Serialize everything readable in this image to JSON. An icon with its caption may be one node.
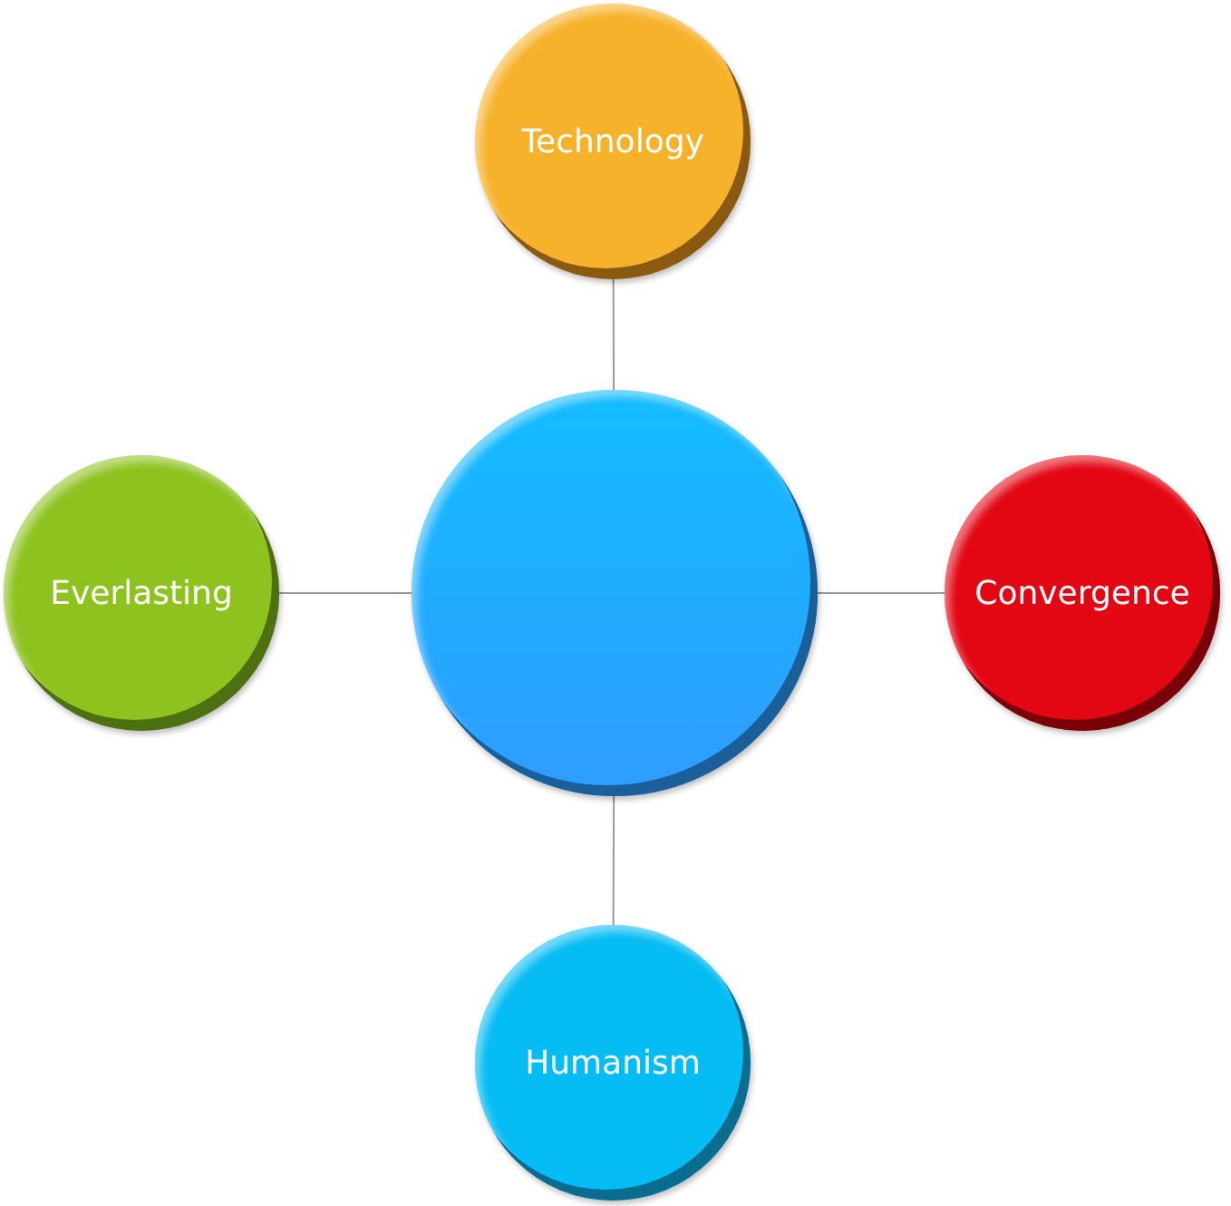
{
  "diagram": {
    "nodes": [
      {
        "text": [],
        "shape": "circle"
      },
      {
        "text": [
          "Technology"
        ]
      },
      {
        "text": [
          "Everlasting"
        ]
      },
      {
        "text": [
          "Convergence"
        ]
      },
      {
        "text": [
          "Humanism"
        ]
      }
    ],
    "edges": [
      {
        "from": 0,
        "to": 1,
        "arrow": "none"
      },
      {
        "from": 0,
        "to": 2,
        "arrow": "none"
      },
      {
        "from": 0,
        "to": 3,
        "arrow": "none"
      },
      {
        "from": 0,
        "to": 4,
        "arrow": "none"
      }
    ]
  }
}
